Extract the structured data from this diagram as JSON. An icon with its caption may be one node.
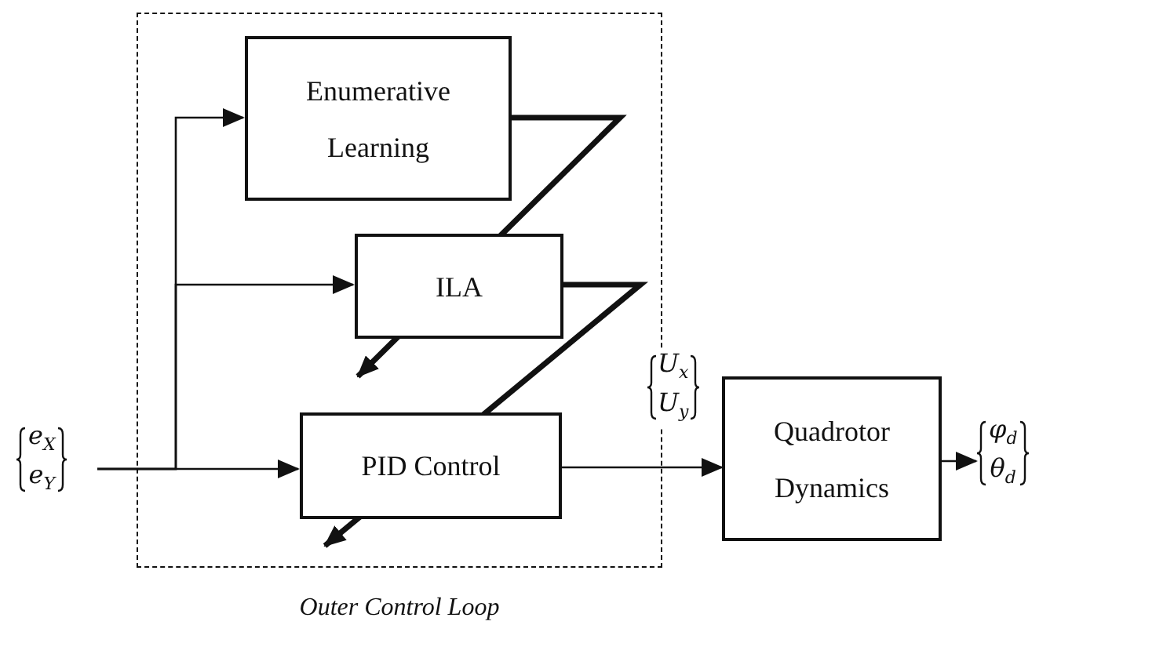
{
  "diagram": {
    "nodes": [
      {
        "text": [
          "Outer Control Loop"
        ]
      },
      {
        "text": [
          "Enumerative Learning"
        ],
        "in": 0
      },
      {
        "text": [
          "ILA"
        ],
        "in": 0
      },
      {
        "text": [
          "PID Control"
        ],
        "in": 0
      },
      {
        "text": [
          "Quadrotor Dynamics"
        ]
      },
      {
        "text": [
          "e$_{X}$",
          "e$_{Y}$"
        ]
      },
      {
        "text": [
          "φ$_{d}$",
          "θ$_{d}$"
        ]
      }
    ],
    "edges": [
      {
        "from": 5,
        "to": 1,
        "arrow": "to"
      },
      {
        "from": 5,
        "to": 2,
        "arrow": "to"
      },
      {
        "from": 5,
        "to": 3,
        "arrow": "to"
      },
      {
        "from": 3,
        "to": 4,
        "arrow": "to",
        "label": "U$_{x}$ U$_{y}$"
      },
      {
        "from": 4,
        "to": 6,
        "arrow": "to"
      },
      {
        "from": 1,
        "to": 2,
        "arrow": "to",
        "style": "thick"
      },
      {
        "from": 2,
        "to": 3,
        "arrow": "to",
        "style": "thick"
      }
    ]
  }
}
